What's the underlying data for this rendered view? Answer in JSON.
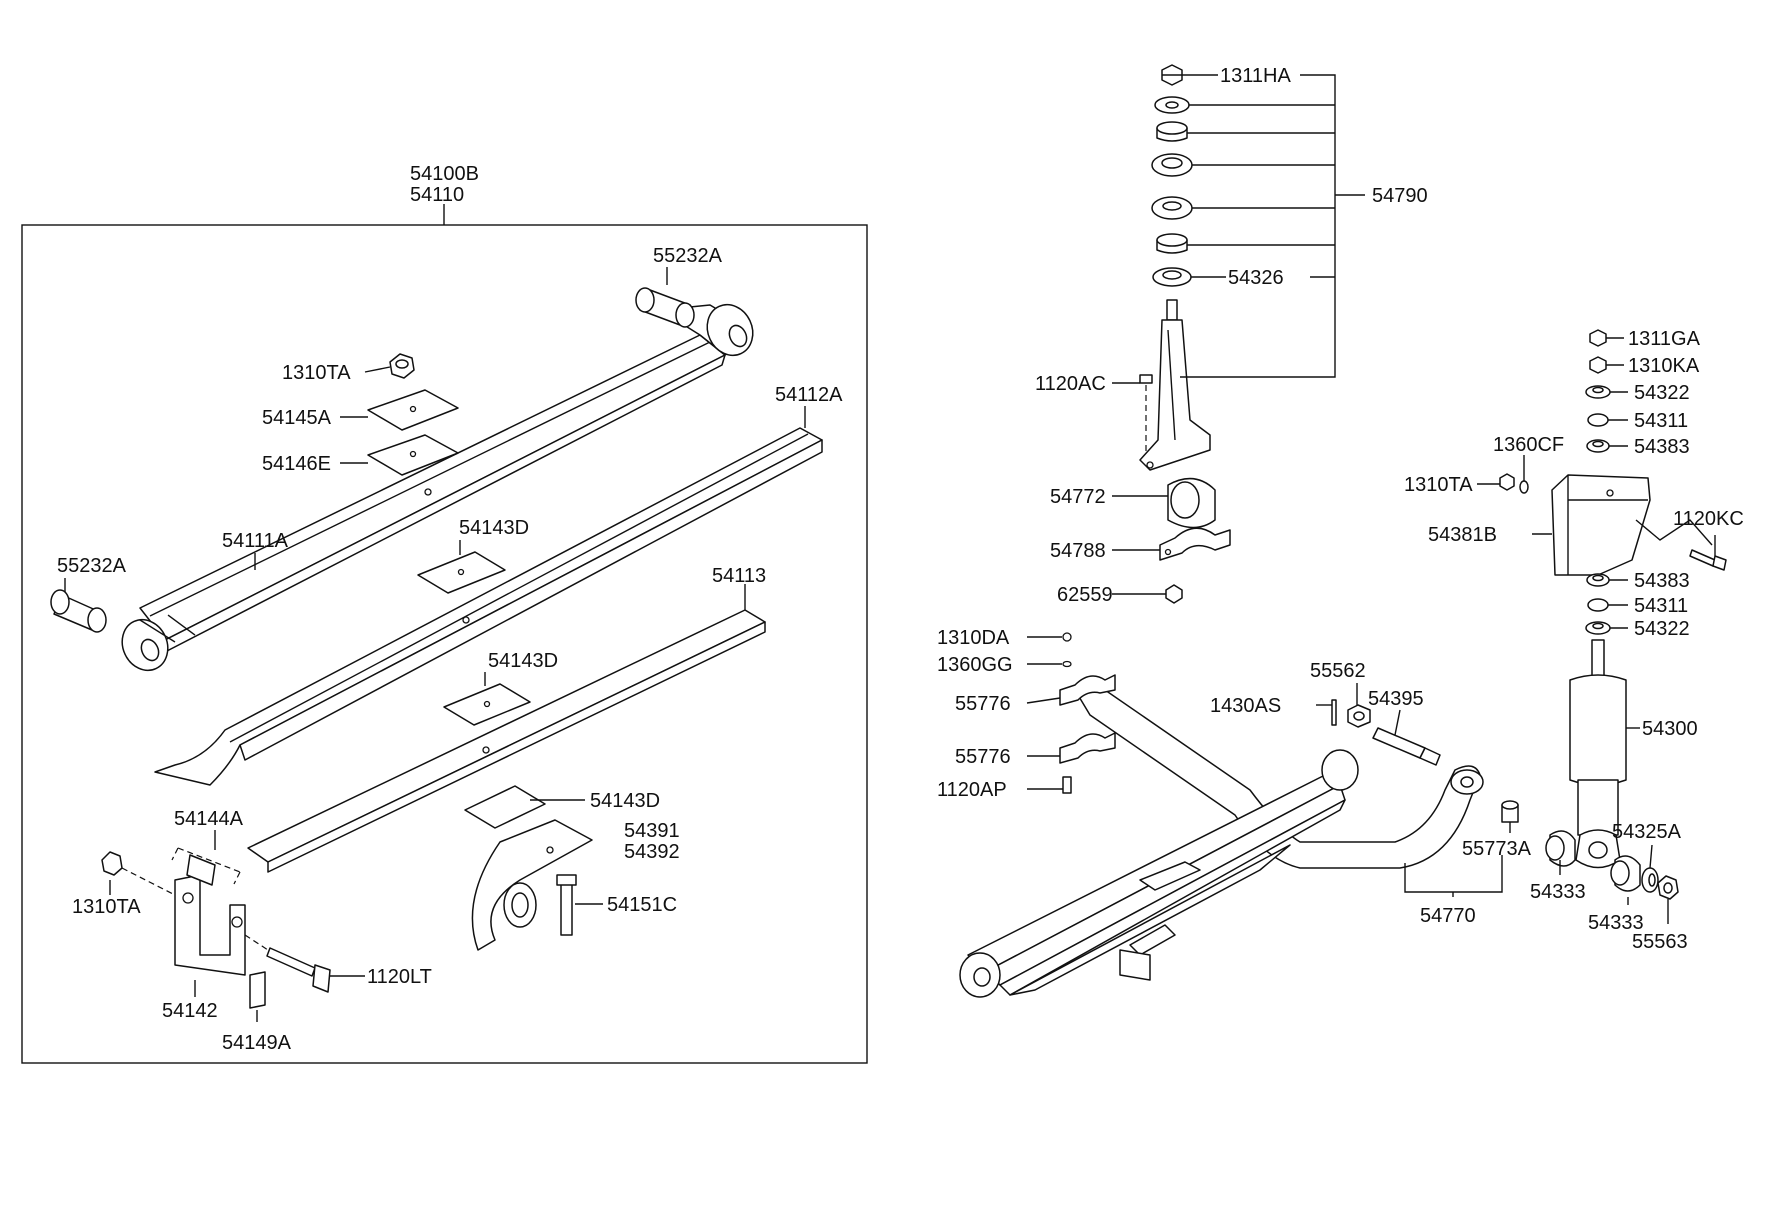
{
  "diagram": {
    "assembly_labels": [
      "54100B",
      "54110"
    ],
    "part_labels": {
      "p55232A_top": "55232A",
      "p1310TA_left": "1310TA",
      "p54145A": "54145A",
      "p54146E": "54146E",
      "p54112A": "54112A",
      "p54111A": "54111A",
      "p55232A_left": "55232A",
      "p54143D_1": "54143D",
      "p54113": "54113",
      "p54143D_2": "54143D",
      "p54143D_3": "54143D",
      "p54144A": "54144A",
      "p54391": "54391",
      "p54392": "54392",
      "p1310TA_bottom": "1310TA",
      "p54151C": "54151C",
      "p1120LT": "1120LT",
      "p54142": "54142",
      "p54149A": "54149A",
      "p1311HA": "1311HA",
      "p54790": "54790",
      "p54326": "54326",
      "p1120AC": "1120AC",
      "p54772": "54772",
      "p54788": "54788",
      "p62559": "62559",
      "p1311GA": "1311GA",
      "p1310KA": "1310KA",
      "p54322_top": "54322",
      "p54311_top": "54311",
      "p1360CF": "1360CF",
      "p54383_top": "54383",
      "p1310TA_right": "1310TA",
      "p1120KC": "1120KC",
      "p54381B": "54381B",
      "p54383_bottom": "54383",
      "p54311_bottom": "54311",
      "p54322_bottom": "54322",
      "p1310DA": "1310DA",
      "p1360GG": "1360GG",
      "p55562": "55562",
      "p55776_a": "55776",
      "p1430AS": "1430AS",
      "p54395": "54395",
      "p54300": "54300",
      "p55776_b": "55776",
      "p1120AP": "1120AP",
      "p54325A": "54325A",
      "p55773A": "55773A",
      "p54333_a": "54333",
      "p54770": "54770",
      "p54333_b": "54333",
      "p55563": "55563"
    }
  }
}
